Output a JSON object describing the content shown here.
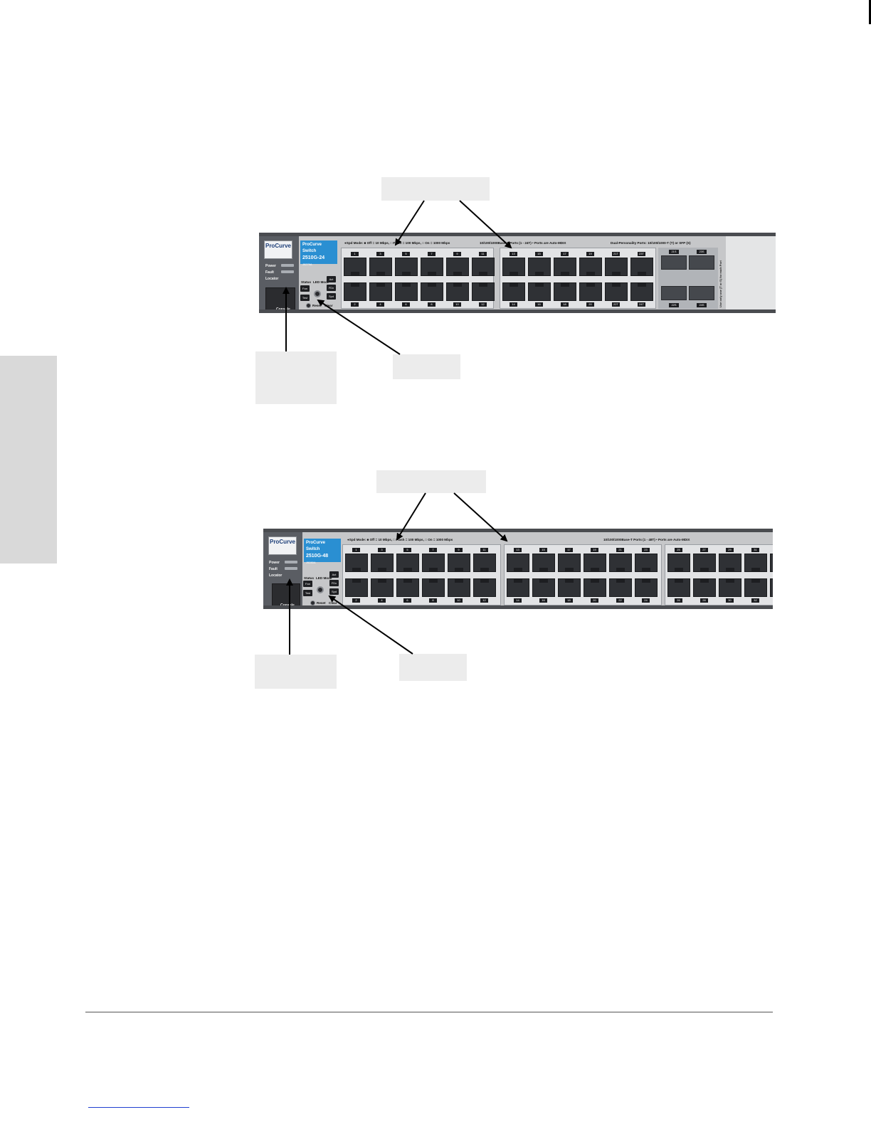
{
  "switch_2510g_24": {
    "logo": "ProCurve",
    "led_labels": [
      "Power",
      "Fault",
      "Locator"
    ],
    "console_label": "Console",
    "model_plate": {
      "line1": "ProCurve Switch",
      "line2": "2510G-24",
      "part": "J9279A"
    },
    "legend": "●Spd Mode: ■ Off = 10 Mbps, □ Flash = 100 Mbps, □ On = 1000 Mbps",
    "port_spec": "10/100/1000Base-T Ports (1 - 24T) • Ports are Auto-MDIX",
    "dual_personality": "Dual-Personality Ports: 10/100/1000-T (T) or SFP (S)",
    "mode_buttons": {
      "status": "Status",
      "fan": "Fan",
      "test": "Test",
      "led_mode": "LED Mode",
      "act": "Act",
      "fdx": "FDx",
      "spd": "Spd",
      "reset": "Reset",
      "clear": "Clear"
    },
    "top_port_numbers": [
      "1",
      "3",
      "5",
      "7",
      "9",
      "11",
      "13",
      "15",
      "17",
      "19",
      "21T",
      "23T"
    ],
    "bottom_port_numbers": [
      "2",
      "4",
      "6",
      "8",
      "10",
      "12",
      "14",
      "16",
      "18",
      "20",
      "22T",
      "24T"
    ],
    "sfp_numbers": [
      "21S",
      "23S",
      "22S",
      "24S"
    ],
    "side_note": "Use only one (T or S) for each Port"
  },
  "switch_2510g_48": {
    "logo": "ProCurve",
    "led_labels": [
      "Power",
      "Fault",
      "Locator"
    ],
    "console_label": "Console",
    "model_plate": {
      "line1": "ProCurve Switch",
      "line2": "2510G-48",
      "part": "J9280A"
    },
    "legend": "●Spd Mode: ■ Off = 10 Mbps, □ Flash = 100 Mbps, □ On = 1000 Mbps",
    "port_spec": "10/100/1000Base-T Ports (1 - 48T) • Ports are Auto-MDIX",
    "mode_buttons": {
      "status": "Status",
      "fan": "Fan",
      "test": "Test",
      "led_mode": "LED Mode",
      "act": "Act",
      "fdx": "FDx",
      "spd": "Spd",
      "reset": "Reset",
      "clear": "Clear"
    },
    "top_port_numbers": [
      "1",
      "3",
      "5",
      "7",
      "9",
      "11",
      "13",
      "15",
      "17",
      "19",
      "21",
      "23",
      "25",
      "27",
      "29",
      "31"
    ],
    "bottom_port_numbers": [
      "2",
      "4",
      "6",
      "8",
      "10",
      "12",
      "14",
      "16",
      "18",
      "20",
      "22",
      "24",
      "26",
      "28",
      "30",
      "32"
    ]
  }
}
